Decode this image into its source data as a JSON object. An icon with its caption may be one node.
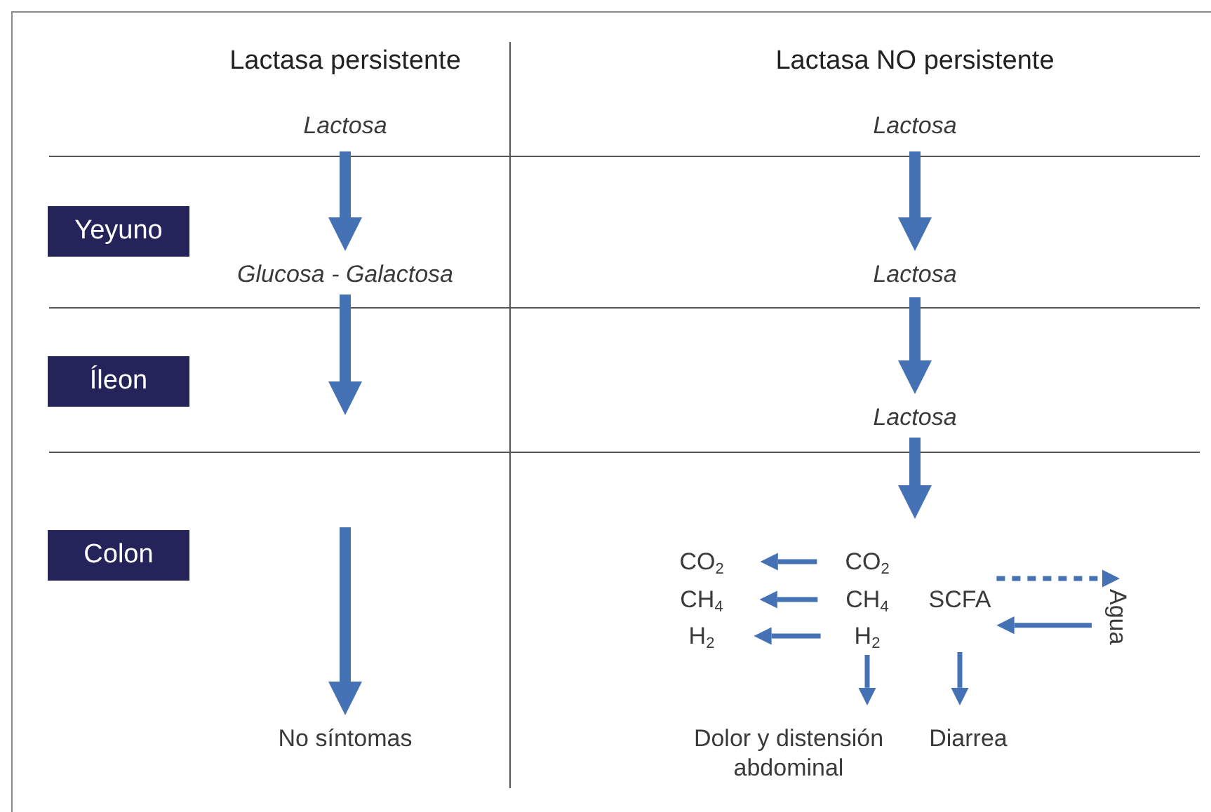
{
  "diagram": {
    "nodes": [
      {
        "text": [
          "Lactosa"
        ]
      },
      {
        "text": [
          "Lactosa"
        ]
      },
      {
        "text": [
          "Yeyuno"
        ]
      },
      {
        "text": [
          "Glucosa - Galactosa"
        ]
      },
      {
        "text": [
          "Lactosa"
        ]
      },
      {
        "text": [
          "Íleon"
        ]
      },
      {
        "text": [
          "Lactosa"
        ]
      },
      {
        "text": [
          "Colon"
        ]
      },
      {
        "text": [
          "CO$_{2}$"
        ]
      },
      {
        "text": [
          "CO$_{2}$"
        ]
      },
      {
        "text": [
          "CH$_{4}$"
        ]
      },
      {
        "text": [
          "CH$_{4}$"
        ]
      },
      {
        "text": [
          "SCFA"
        ]
      },
      {
        "text": [
          "Agua"
        ]
      },
      {
        "text": [
          "H$_{2}$"
        ]
      },
      {
        "text": [
          "H$_{2}$"
        ]
      },
      {
        "text": [
          "No síntomas"
        ]
      },
      {
        "text": [
          "Dolor y distensión abdominal"
        ]
      },
      {
        "text": [
          "Diarrea"
        ]
      }
    ],
    "edges": [
      {
        "from": 0,
        "to": 3,
        "arrow": "to",
        "style": "thick"
      },
      {
        "from": 1,
        "to": 4,
        "arrow": "to",
        "style": "thick"
      },
      {
        "from": 4,
        "to": 6,
        "arrow": "to",
        "style": "thick"
      },
      {
        "from": 3,
        "to": null,
        "arrow": "to",
        "style": "thick"
      },
      {
        "from": null,
        "to": 16,
        "arrow": "to",
        "style": "thick"
      },
      {
        "from": 6,
        "to": null,
        "arrow": "to",
        "style": "thick"
      },
      {
        "from": 9,
        "to": 8,
        "arrow": "to"
      },
      {
        "from": 11,
        "to": 10,
        "arrow": "to"
      },
      {
        "from": 15,
        "to": 14,
        "arrow": "to"
      },
      {
        "from": 12,
        "to": 13,
        "arrow": "to",
        "style": "dashed"
      },
      {
        "from": 13,
        "to": 12,
        "arrow": "to"
      },
      {
        "from": 15,
        "to": 17,
        "arrow": "to"
      },
      {
        "from": 12,
        "to": 18,
        "arrow": "to"
      }
    ],
    "labels": [
      "Lactasa persistente",
      "Lactasa NO persistente"
    ]
  }
}
